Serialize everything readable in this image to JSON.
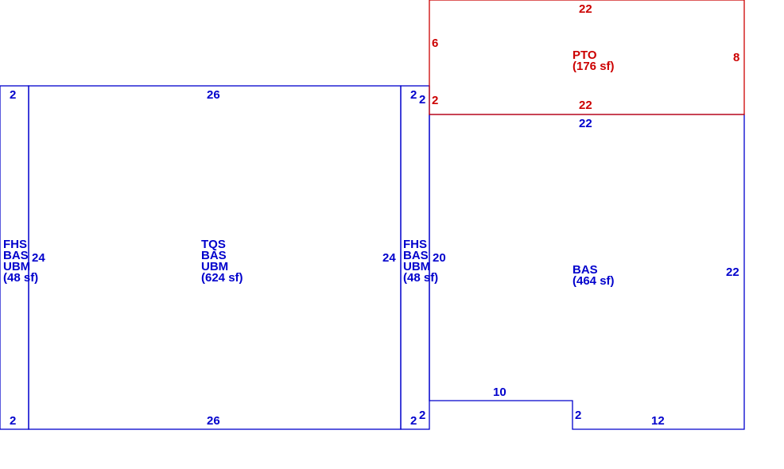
{
  "colors": {
    "blue": "#0000cc",
    "red": "#cc0000"
  },
  "areas": {
    "left_strip": {
      "line1": "FHS",
      "line2": "BAS",
      "line3": "UBM",
      "area": "(48 sf)"
    },
    "main": {
      "line1": "TQS",
      "line2": "BAS",
      "line3": "UBM",
      "area": "(624 sf)"
    },
    "mid_strip": {
      "line1": "FHS",
      "line2": "BAS",
      "line3": "UBM",
      "area": "(48 sf)"
    },
    "right_base": {
      "line1": "BAS",
      "area": "(464 sf)"
    },
    "porch": {
      "line1": "PTO",
      "area": "(176 sf)"
    }
  },
  "dimensions": {
    "left_strip_top": "2",
    "left_strip_bottom": "2",
    "left_strip_side": "24",
    "main_top": "26",
    "main_bottom": "26",
    "main_side": "24",
    "mid_strip_top": "2",
    "mid_strip_bottom": "2",
    "mid_strip_side": "20",
    "mid_strip_top_inner": "2",
    "mid_strip_bottom_inner": "2",
    "porch_top": "22",
    "porch_bottom": "22",
    "porch_left": "6",
    "porch_left_lower": "2",
    "porch_right": "8",
    "base_top": "22",
    "base_right": "22",
    "base_notch_top": "10",
    "base_notch_side": "2",
    "base_bottom": "12"
  }
}
